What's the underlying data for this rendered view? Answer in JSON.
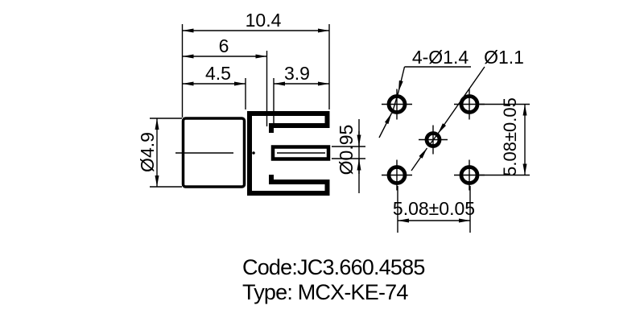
{
  "drawing": {
    "side_view": {
      "dim_overall": "10.4",
      "dim_mid": "6",
      "dim_rear": "4.5",
      "dim_front": "3.9",
      "dia_body": "Ø4.9",
      "dia_pin": "Ø0.95"
    },
    "footprint": {
      "corner_holes_label": "4-Ø1.4",
      "center_hole_label": "Ø1.1",
      "pitch_horizontal": "5.08±0.05",
      "pitch_vertical": "5.08±0.05"
    },
    "title_block": {
      "code_line": "Code:JC3.660.4585",
      "type_line": "Type: MCX-KE-74"
    },
    "colors": {
      "line": "#000000",
      "background": "#ffffff"
    }
  }
}
